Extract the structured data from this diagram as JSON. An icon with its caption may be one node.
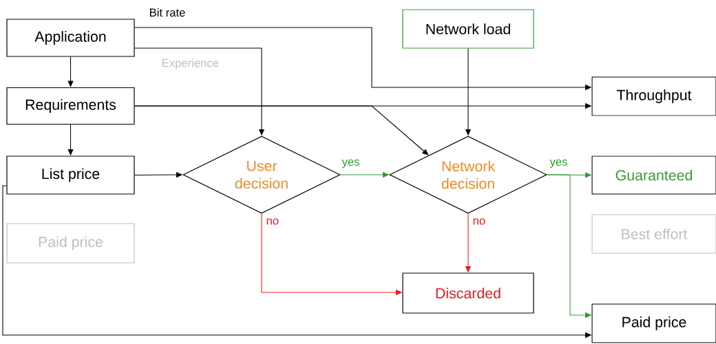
{
  "diagram": {
    "nodes": [
      {
        "text": [
          "Application"
        ]
      },
      {
        "text": [
          "Requirements"
        ]
      },
      {
        "text": [
          "List price"
        ]
      },
      {
        "text": [
          "Paid price"
        ]
      },
      {
        "text": [
          "Network load"
        ]
      },
      {
        "text": [
          "Throughput"
        ]
      },
      {
        "text": [
          "User decision"
        ]
      },
      {
        "text": [
          "Network decision"
        ]
      },
      {
        "text": [
          "Guaranteed"
        ]
      },
      {
        "text": [
          "Best effort"
        ]
      },
      {
        "text": [
          "Discarded"
        ]
      },
      {
        "text": [
          "Paid price"
        ]
      }
    ],
    "edges": [
      {
        "from": 0,
        "to": 1,
        "arrow": "to"
      },
      {
        "from": 1,
        "to": 2,
        "arrow": "to"
      },
      {
        "from": 0,
        "to": 5,
        "arrow": "to",
        "label": "Bit rate"
      },
      {
        "from": 0,
        "to": 6,
        "arrow": "to",
        "label": "Experience"
      },
      {
        "from": 1,
        "to": 5,
        "arrow": "to"
      },
      {
        "from": 1,
        "to": 7,
        "arrow": "to"
      },
      {
        "from": 4,
        "to": 7,
        "arrow": "to"
      },
      {
        "from": 2,
        "to": 6,
        "arrow": "to"
      },
      {
        "from": 6,
        "to": 7,
        "arrow": "to",
        "label": "yes",
        "color": "#339933"
      },
      {
        "from": 7,
        "to": 8,
        "arrow": "to",
        "label": "yes",
        "color": "#339933"
      },
      {
        "from": 7,
        "to": 11,
        "arrow": "to",
        "color": "#339933"
      },
      {
        "from": 6,
        "to": 10,
        "arrow": "to",
        "label": "no",
        "color": "#e8191c"
      },
      {
        "from": 7,
        "to": 10,
        "arrow": "to",
        "label": "no",
        "color": "#e8191c"
      },
      {
        "from": 2,
        "to": 11,
        "arrow": "to"
      }
    ]
  }
}
